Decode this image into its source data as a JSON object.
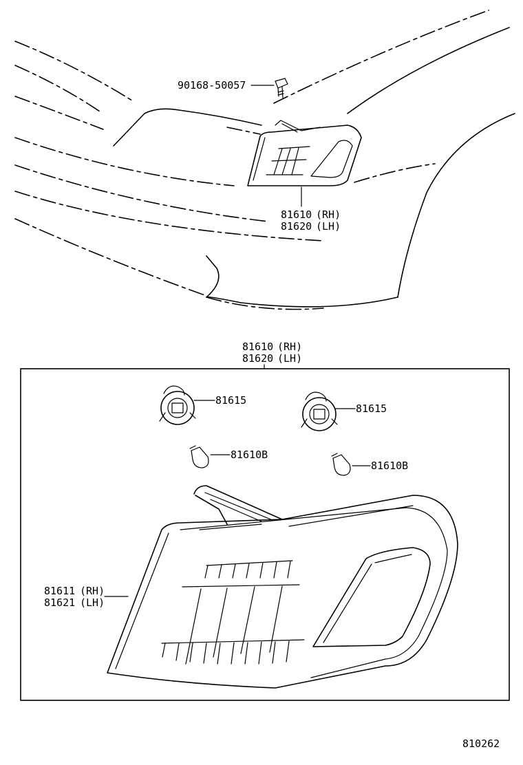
{
  "parts": {
    "bolt": "90168-50057",
    "lamp_top_rh": "81610",
    "lamp_top_rh_side": "(RH)",
    "lamp_top_lh": "81620",
    "lamp_top_lh_side": "(LH)",
    "assembly_rh": "81610",
    "assembly_rh_side": "(RH)",
    "assembly_lh": "81620",
    "assembly_lh_side": "(LH)",
    "socket_left": "81615",
    "socket_right": "81615",
    "bulb_left": "81610B",
    "bulb_right": "81610B",
    "lens_rh": "81611",
    "lens_rh_side": "(RH)",
    "lens_lh": "81621",
    "lens_lh_side": "(LH)"
  },
  "illustration_number": "810262"
}
